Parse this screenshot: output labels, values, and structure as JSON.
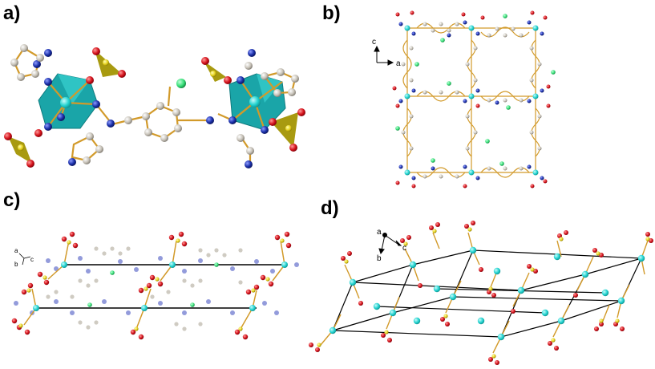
{
  "panels": [
    {
      "label": "a)"
    },
    {
      "label": "b)",
      "axes": {
        "vertical": "c",
        "horizontal": "a"
      }
    },
    {
      "label": "c)",
      "axes": {
        "a": "a",
        "b": "b",
        "c": "c"
      }
    },
    {
      "label": "d)",
      "axes": {
        "a": "a",
        "b": "b",
        "c": "c"
      }
    }
  ],
  "colors": {
    "metal": "#22d3d0",
    "polyhedron": "#1aa5a8",
    "oxygen": "#d4121b",
    "sulfur": "#e6d21e",
    "nitrogen": "#1a2fa8",
    "carbon": "#c7c2b8",
    "chlorine": "#39e07a",
    "bond": "#d29a2a",
    "cell": "#000000"
  }
}
